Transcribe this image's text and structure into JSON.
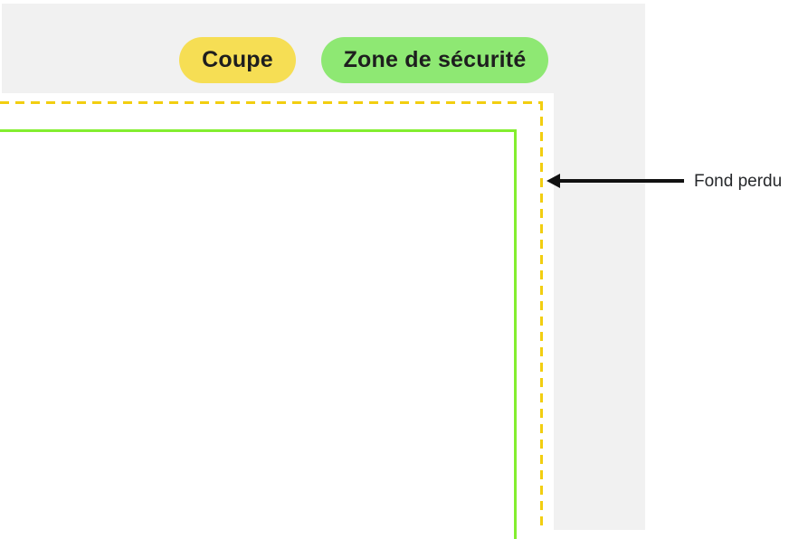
{
  "legend": {
    "coupe": {
      "label": "Coupe",
      "color": "#F6DE54"
    },
    "zone_securite": {
      "label": "Zone de sécurité",
      "color": "#8EE873"
    }
  },
  "annotation": {
    "fond_perdu_label": "Fond perdu"
  },
  "colors": {
    "workspace_background": "#F1F1F1",
    "page_background": "#FFFFFF",
    "cut_line": "#F2CE10",
    "safety_zone_line": "#83EE2F",
    "arrow": "#111111",
    "badge_text": "#1E1E1E",
    "annotation_text": "#26282B"
  }
}
